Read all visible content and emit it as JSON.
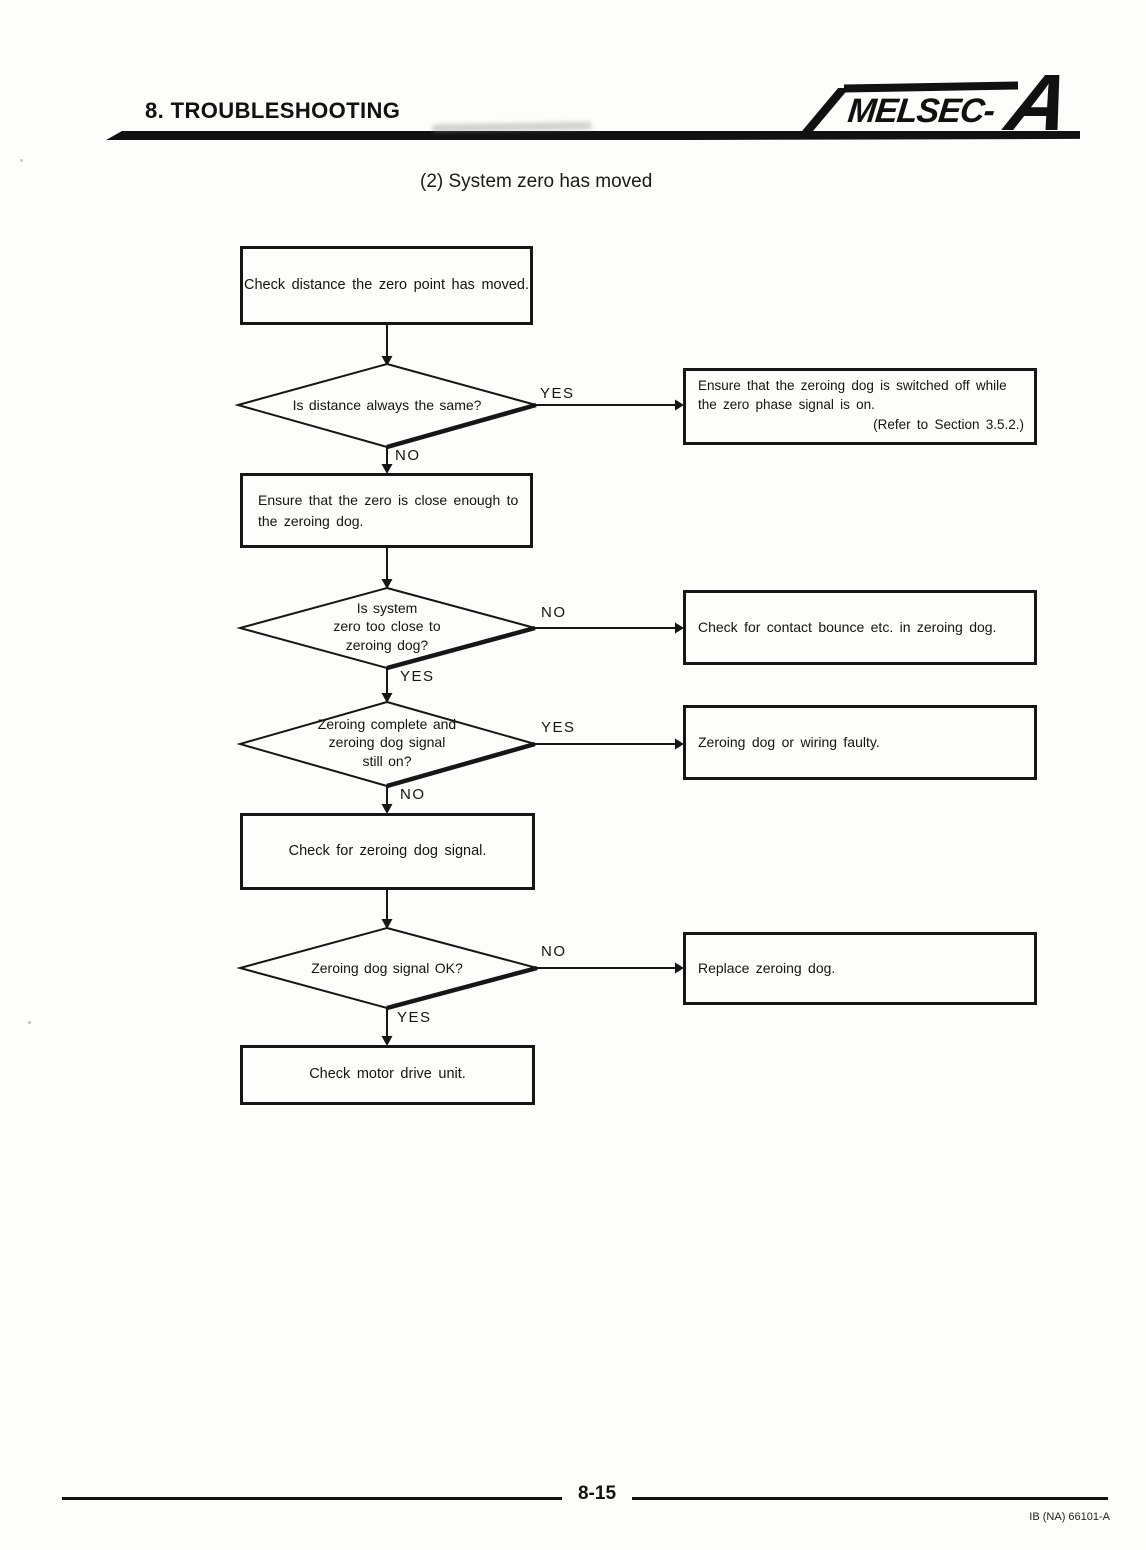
{
  "header": {
    "section_title": "8. TROUBLESHOOTING",
    "brand": "MELSEC-",
    "brand_letter": "A"
  },
  "subtitle": "(2) System zero has moved",
  "flow": {
    "labels": {
      "yes": "YES",
      "no": "NO"
    },
    "process": {
      "check_distance": "Check distance the zero point has moved.",
      "ensure_zero_close": "Ensure that the zero is close enough to\nthe zeroing dog.",
      "check_dog_signal": "Check for zeroing dog signal.",
      "check_motor": "Check motor drive unit."
    },
    "decision": {
      "distance_same": "Is distance always the same?",
      "zero_too_close": "Is system\nzero too close to\nzeroing dog?",
      "zeroing_complete": "Zeroing complete and\nzeroing dog signal\nstill on?",
      "dog_signal_ok": "Zeroing dog signal OK?"
    },
    "action": {
      "ensure_dog_off": "Ensure that the zeroing dog is switched off while\nthe zero phase signal is on.",
      "ensure_dog_off_ref": "(Refer to Section 3.5.2.)",
      "check_bounce": "Check for contact bounce etc. in zeroing dog.",
      "dog_wiring_faulty": "Zeroing dog or wiring faulty.",
      "replace_dog": "Replace zeroing dog."
    }
  },
  "footer": {
    "page_number": "8-15",
    "doc_number": "IB (NA) 66101-A"
  }
}
